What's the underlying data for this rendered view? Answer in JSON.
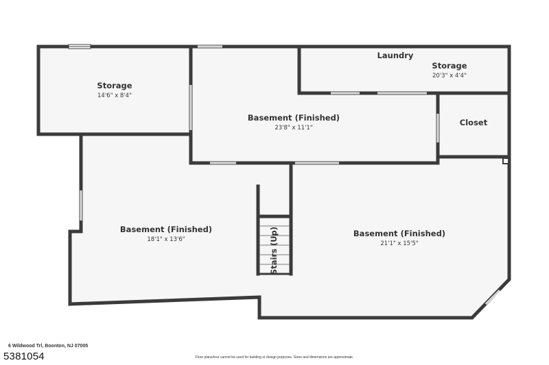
{
  "rooms": {
    "storage_left": {
      "name": "Storage",
      "dims": "14'6\" x 8'4\""
    },
    "basement_top": {
      "name": "Basement (Finished)",
      "dims": "23'8\" x 11'1\""
    },
    "laundry": {
      "name": "Laundry"
    },
    "storage_right": {
      "name": "Storage",
      "dims": "20'3\" x 4'4\""
    },
    "closet": {
      "name": "Closet"
    },
    "basement_left": {
      "name": "Basement (Finished)",
      "dims": "18'1\" x 13'6\""
    },
    "basement_right": {
      "name": "Basement (Finished)",
      "dims": "21'1\" x 15'5\""
    },
    "stairs": {
      "name": "Stairs (Up)"
    }
  },
  "footer": {
    "address": "6 Wildwood Trl, Boonton, NJ 07005",
    "listing_id": "5381054",
    "disclaimer": "Floor plans/tour cannot be used for building or design purposes. Sizes and dimensions are approximate."
  },
  "colors": {
    "wall": "#3b3b3b",
    "floor": "#f6f6f6",
    "text": "#333333"
  }
}
